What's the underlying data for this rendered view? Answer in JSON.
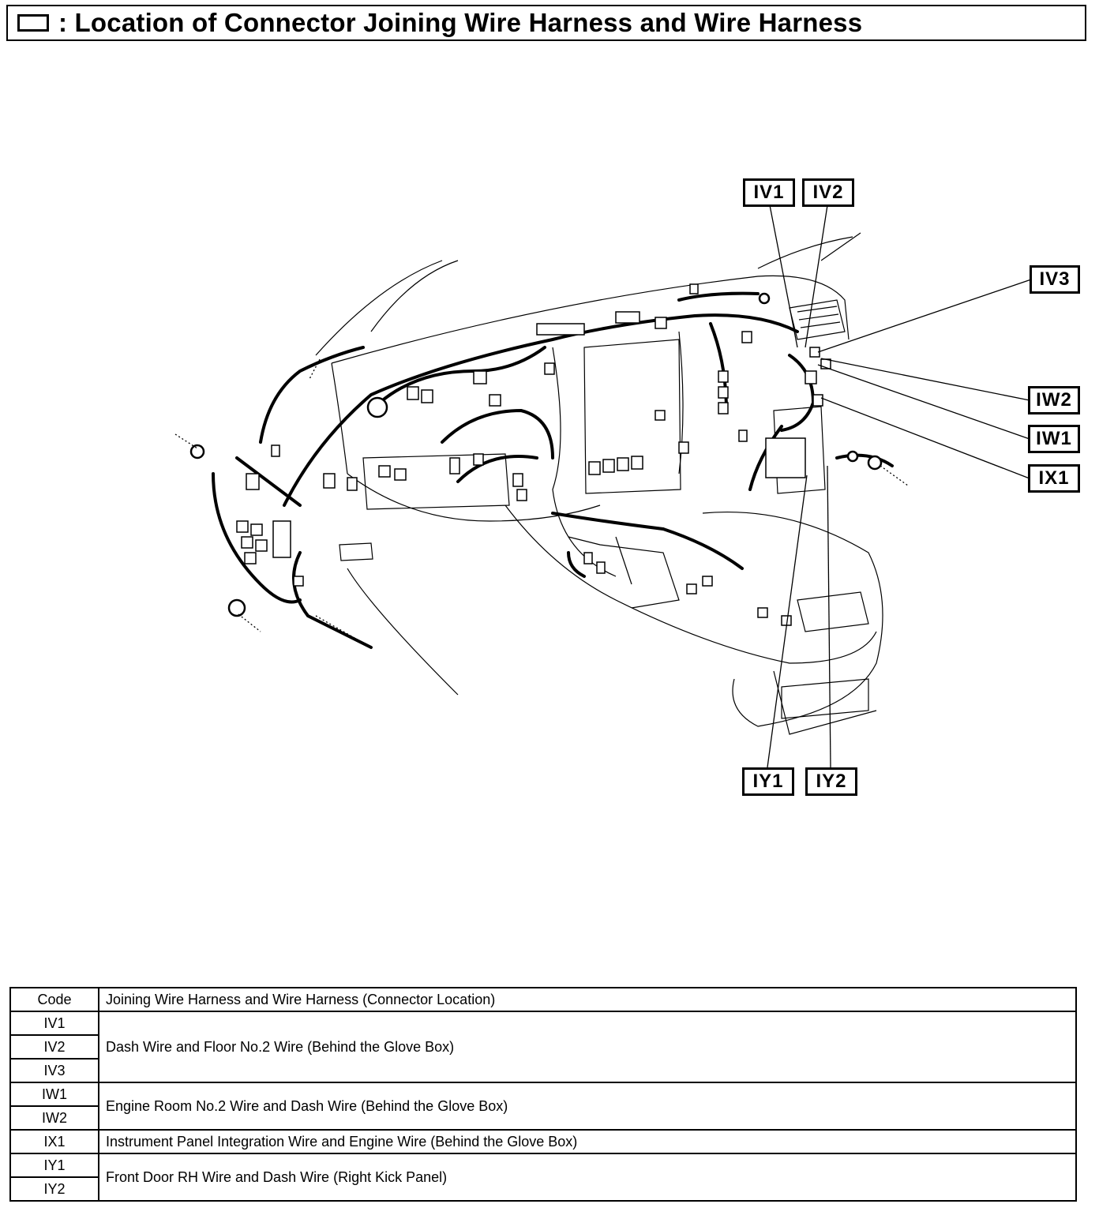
{
  "header": {
    "icon": "connector-box-icon",
    "title": ": Location of Connector Joining Wire Harness and Wire Harness"
  },
  "diagram": {
    "callouts": [
      "IV1",
      "IV2",
      "IV3",
      "IW2",
      "IW1",
      "IX1",
      "IY1",
      "IY2"
    ]
  },
  "table": {
    "headers": [
      "Code",
      "Joining Wire Harness and Wire Harness (Connector Location)"
    ],
    "groups": [
      {
        "codes": [
          "IV1",
          "IV2",
          "IV3"
        ],
        "description": "Dash Wire and Floor No.2 Wire (Behind the Glove Box)"
      },
      {
        "codes": [
          "IW1",
          "IW2"
        ],
        "description": "Engine Room No.2 Wire and Dash Wire (Behind the Glove Box)"
      },
      {
        "codes": [
          "IX1"
        ],
        "description": "Instrument Panel Integration Wire and Engine Wire (Behind the Glove Box)"
      },
      {
        "codes": [
          "IY1",
          "IY2"
        ],
        "description": "Front Door RH Wire and Dash Wire (Right Kick Panel)"
      }
    ]
  }
}
